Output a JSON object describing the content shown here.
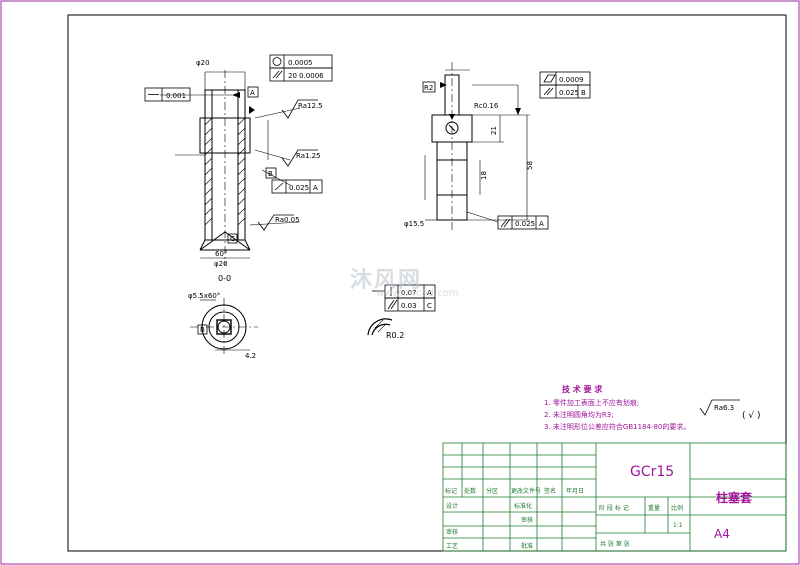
{
  "drawing": {
    "ftol_top": {
      "roundness": "0.0005",
      "parallel": "20 0.0006"
    },
    "ftol_left": {
      "straightness": "0.001"
    },
    "datum_a": "A",
    "datum_b": "B",
    "datum_c": "C",
    "ra_top": "Ra12.5",
    "ra_mid": "Ra1.25",
    "ra_bot": "Ra0.05",
    "ftol_runout": "0.025",
    "section_label": "0-0",
    "angle_60": "60°",
    "dim_phi20": "φ20",
    "dim_left_detail": "φ5.5x60°",
    "dim_4_2": "4.2",
    "ftol_right_top": {
      "flatness": "0.0009",
      "parallel": "0.025",
      "datum": "B"
    },
    "dim_r2": "R2",
    "dim_rc016": "Rc0.16",
    "dim_58": "58",
    "dim_21": "21",
    "dim_18": "18",
    "dim_phi15": "φ15.5",
    "ftol_right_bottom": {
      "parallel": "0.025",
      "datum": "A"
    },
    "ftol_center": {
      "line1": "0.07",
      "datum1": "A",
      "line2": "0.03",
      "datum2": "C"
    },
    "dim_r0_2": "R0.2"
  },
  "notes": {
    "title": "技 术 要 求",
    "line1": "1. 零件加工表面上不应有划痕;",
    "line2": "2. 未注明圆角均为R3;",
    "line3": "3. 未注明形位公差应符合GB1184-80的要求。",
    "roughness": "Ra6.3",
    "roughness_paren": "( √ )"
  },
  "title_block": {
    "material": "GCr15",
    "part_name": "柱塞套",
    "sheet_size": "A4",
    "scale": "1:1",
    "headers": [
      "标记",
      "处数",
      "分区",
      "更改文件号",
      "签名",
      "年月日"
    ],
    "stage_label": "阶 段 标 记",
    "weight_label": "重量",
    "scale_label": "比例",
    "design": "设计",
    "standardize": "标准化",
    "review": "审核",
    "craft": "工艺",
    "check": "审核",
    "approve": "批准",
    "sheets_label": "共  张 第  张"
  },
  "watermark": {
    "title": "沐风网",
    "url": "www.mfcad.com"
  }
}
